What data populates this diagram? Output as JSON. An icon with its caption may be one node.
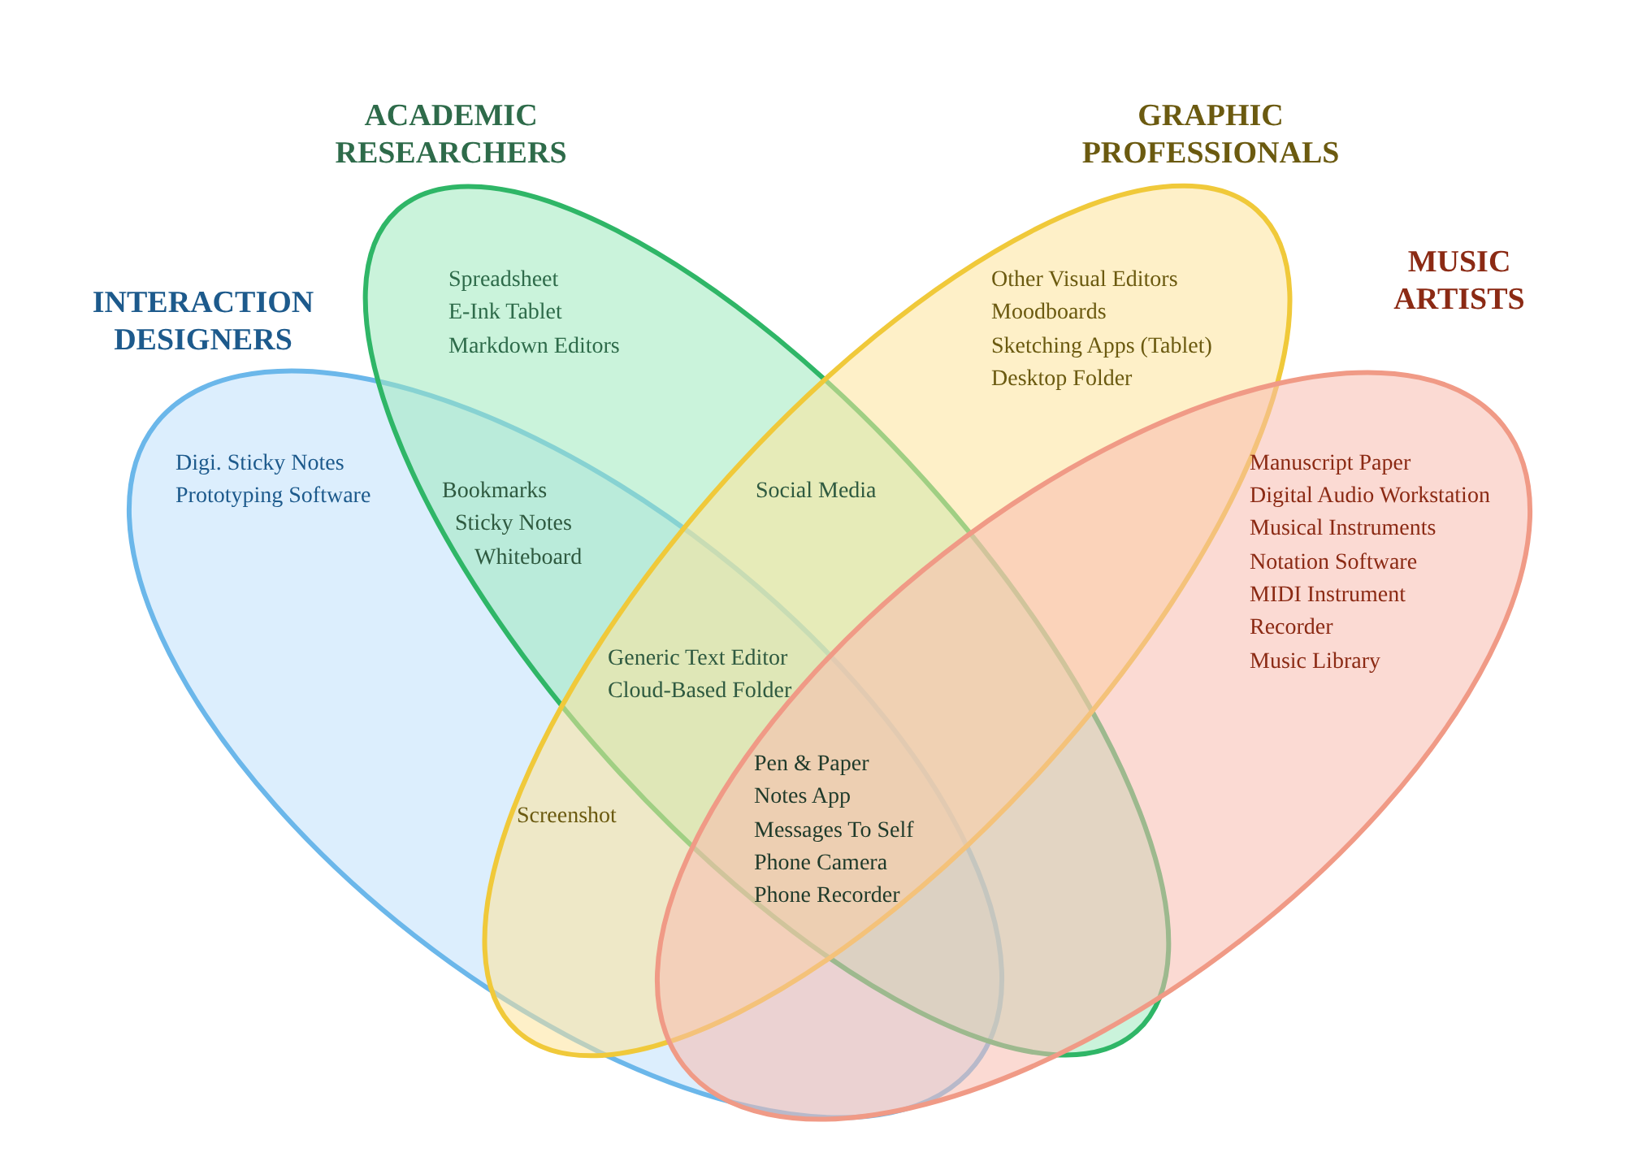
{
  "diagram": {
    "nodes": [
      {
        "text": [
          "INTERACTION DESIGNERS"
        ]
      },
      {
        "text": [
          "ACADEMIC RESEARCHERS"
        ]
      },
      {
        "text": [
          "GRAPHIC PROFESSIONALS"
        ]
      },
      {
        "text": [
          "MUSIC ARTISTS"
        ]
      }
    ],
    "labels": [
      "Spreadsheet",
      "E-Ink Tablet",
      "Markdown Editors",
      "Other Visual Editors",
      "Moodboards",
      "Sketching Apps (Tablet)",
      "Desktop Folder",
      "Digi. Sticky Notes",
      "Prototyping Software",
      "Manuscript Paper",
      "Digital Audio Workstation",
      "Musical Instruments",
      "Notation Software",
      "MIDI Instrument",
      "Recorder",
      "Music Library",
      "Bookmarks",
      "Sticky Notes",
      "Whiteboard",
      "Social Media",
      "Generic Text Editor",
      "Cloud-Based Folder",
      "Pen & Paper",
      "Notes App",
      "Messages To Self",
      "Phone Camera",
      "Phone Recorder",
      "Screenshot"
    ]
  }
}
